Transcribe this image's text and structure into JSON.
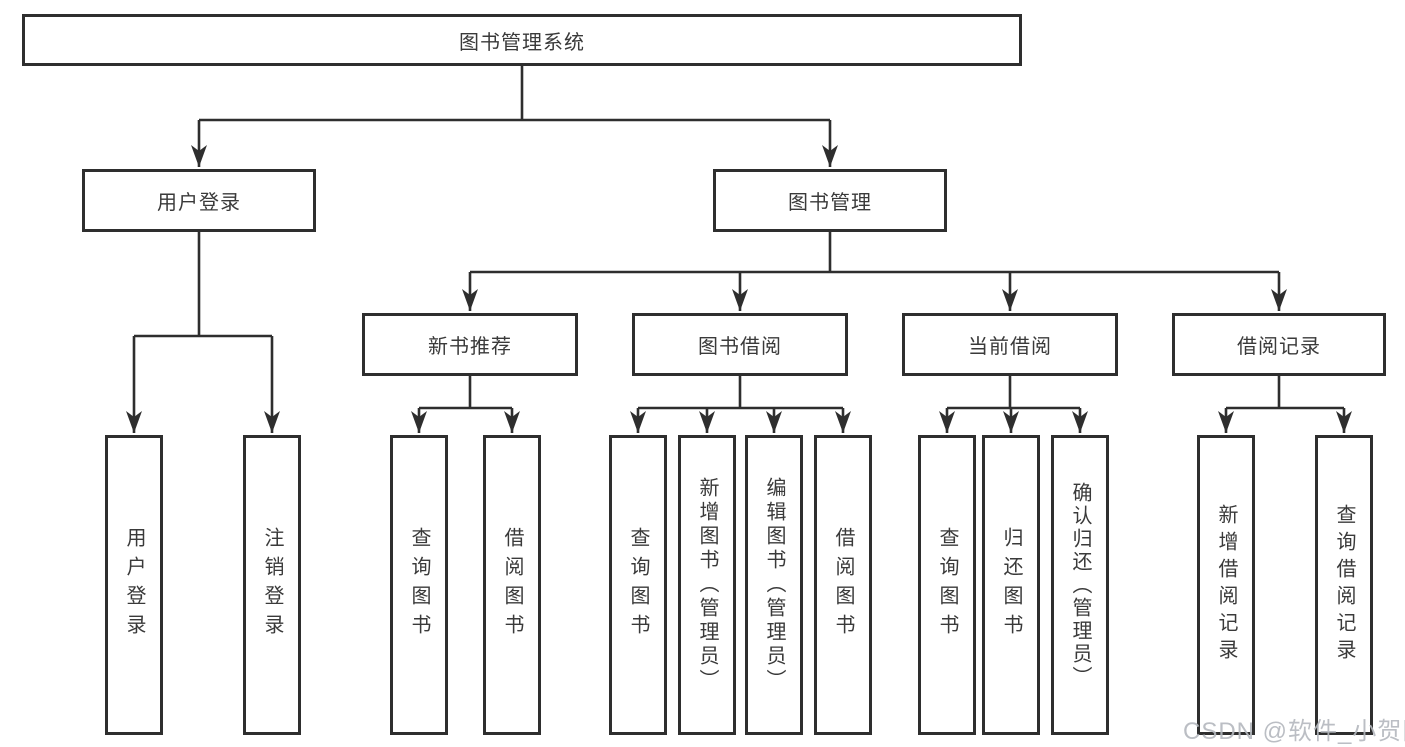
{
  "diagram": {
    "type": "hierarchy-tree",
    "colors": {
      "line": "#2e2e2e",
      "box_border": "#2e2e2e",
      "box_fill": "#ffffff",
      "text": "#3a3a3a",
      "watermark": "#b4b8be"
    },
    "tree": {
      "root": "图书管理系统",
      "branches": [
        {
          "label": "用户登录",
          "children": [
            "用户登录",
            "注销登录"
          ]
        },
        {
          "label": "图书管理",
          "children": [
            {
              "label": "新书推荐",
              "children": [
                "查询图书",
                "借阅图书"
              ]
            },
            {
              "label": "图书借阅",
              "children": [
                "查询图书",
                "新增图书（管理员）",
                "编辑图书（管理员）",
                "借阅图书"
              ]
            },
            {
              "label": "当前借阅",
              "children": [
                "查询图书",
                "归还图书",
                "确认归还（管理员）"
              ]
            },
            {
              "label": "借阅记录",
              "children": [
                "新增借阅记录",
                "查询借阅记录"
              ]
            }
          ]
        }
      ]
    },
    "watermark": "CSDN @软件_小贺同学"
  }
}
